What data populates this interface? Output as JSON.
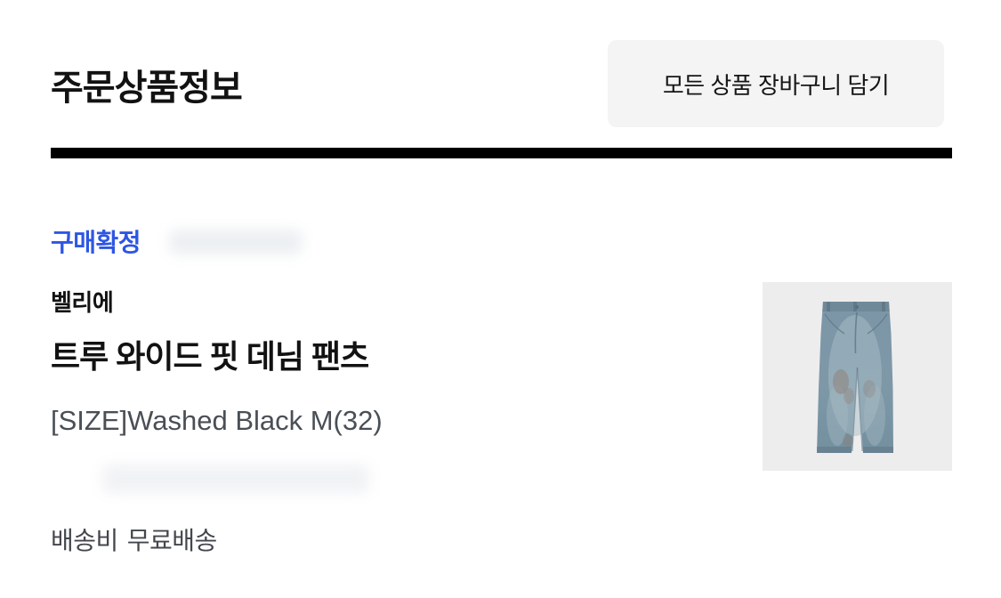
{
  "header": {
    "title": "주문상품정보",
    "add_all_to_cart_label": "모든 상품 장바구니 담기"
  },
  "order_item": {
    "status": "구매확정",
    "brand": "벨리에",
    "product_name": "트루 와이드 핏 데님 팬츠",
    "option": "[SIZE]Washed Black M(32)",
    "shipping_label": "배송비",
    "shipping_value": "무료배송",
    "image_description": "washed blue wide-fit denim pants on light gray background",
    "redactions": [
      "date blurred next to status",
      "price line blurred below option"
    ]
  },
  "colors": {
    "accent_blue": "#2e56e4",
    "divider": "#000000",
    "button_bg": "#f4f4f4",
    "text_primary": "#121212",
    "text_secondary": "#4a4f56",
    "image_bg": "#ededed",
    "scrollbar": "#8a8a8a",
    "denim_base": "#7e98a8",
    "denim_light": "#aabdc7",
    "denim_dark": "#5e7787"
  }
}
